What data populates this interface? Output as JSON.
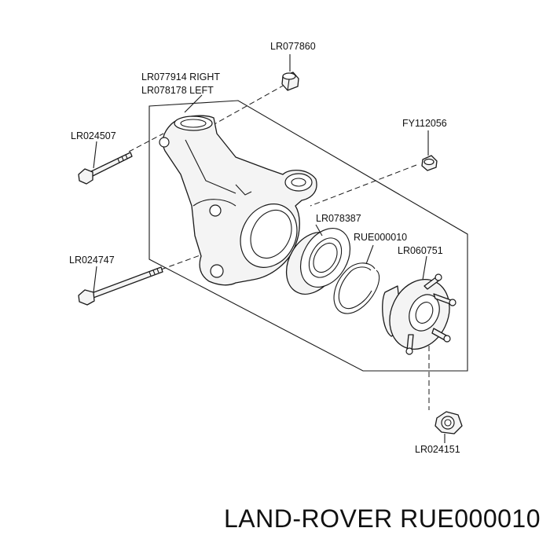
{
  "parts": {
    "nut_top": "LR077860",
    "knuckle_right": "LR077914 RIGHT",
    "knuckle_left": "LR078178 LEFT",
    "bolt_upper": "LR024507",
    "bolt_small": "FY112056",
    "bearing": "LR078387",
    "circlip": "RUE000010",
    "hub": "LR060751",
    "bolt_lower": "LR024747",
    "hub_nut": "LR024151"
  },
  "caption": "LAND-ROVER RUE000010"
}
